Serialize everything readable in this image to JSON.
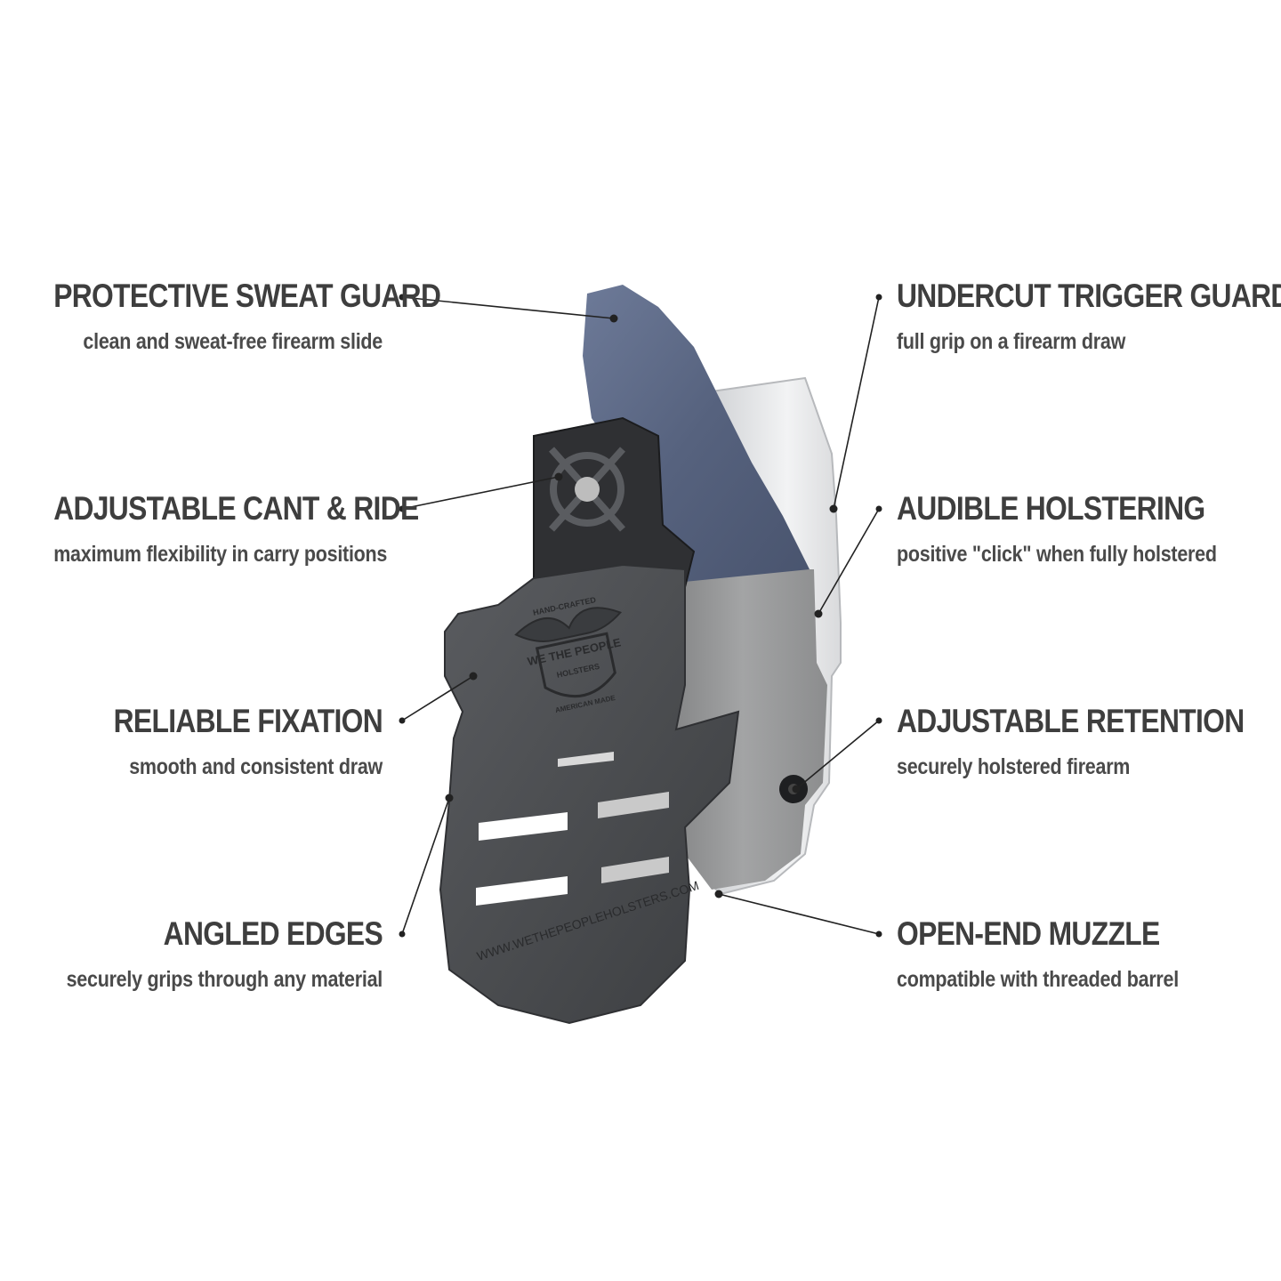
{
  "features": [
    {
      "key": "sweat",
      "title": "PROTECTIVE SWEAT GUARD",
      "subtitle": "clean and sweat-free firearm slide"
    },
    {
      "key": "cant",
      "title": "ADJUSTABLE CANT & RIDE",
      "subtitle": "maximum flexibility in carry positions"
    },
    {
      "key": "fixation",
      "title": "RELIABLE FIXATION",
      "subtitle": "smooth and consistent draw"
    },
    {
      "key": "edges",
      "title": "ANGLED EDGES",
      "subtitle": "securely grips through any material"
    },
    {
      "key": "trigger",
      "title": "UNDERCUT TRIGGER GUARD",
      "subtitle": "full grip on a firearm draw"
    },
    {
      "key": "audible",
      "title": "AUDIBLE HOLSTERING",
      "subtitle": "positive \"click\" when fully holstered"
    },
    {
      "key": "retention",
      "title": "ADJUSTABLE RETENTION",
      "subtitle": "securely holstered firearm"
    },
    {
      "key": "muzzle",
      "title": "OPEN-END MUZZLE",
      "subtitle": "compatible with threaded barrel"
    }
  ],
  "logo": {
    "top_text": "HAND-CRAFTED",
    "brand_line1": "WE THE PEOPLE",
    "brand_line2": "HOLSTERS",
    "bottom_text": "AMERICAN MADE",
    "website": "WWW.WETHEPEOPLEHOLSTERS.COM"
  },
  "colors": {
    "text": "#3e3e3e",
    "leader": "#222222",
    "paddle": "#4b4d50",
    "holster_blue": "#56627e",
    "holster_grey": "#9a9b9c",
    "holster_white": "#e9eaec"
  }
}
